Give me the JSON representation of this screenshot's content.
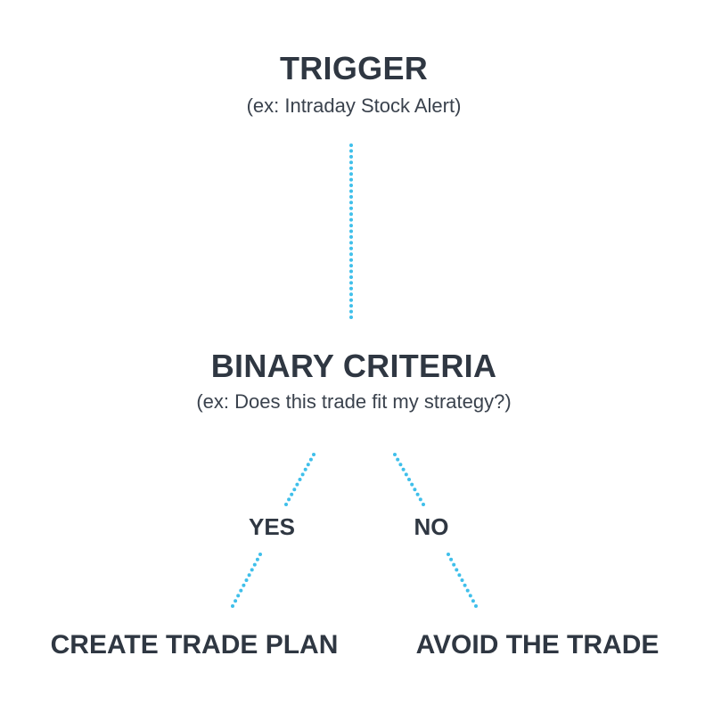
{
  "trigger": {
    "title": "TRIGGER",
    "subtitle": "(ex: Intraday Stock Alert)"
  },
  "criteria": {
    "title": "BINARY CRITERIA",
    "subtitle": "(ex: Does this trade fit my strategy?)"
  },
  "branches": {
    "yes_label": "YES",
    "no_label": "NO"
  },
  "outcomes": {
    "yes_outcome": "CREATE TRADE PLAN",
    "no_outcome": "AVOID THE TRADE"
  },
  "colors": {
    "text": "#2f3742",
    "connector": "#3fbfea"
  }
}
